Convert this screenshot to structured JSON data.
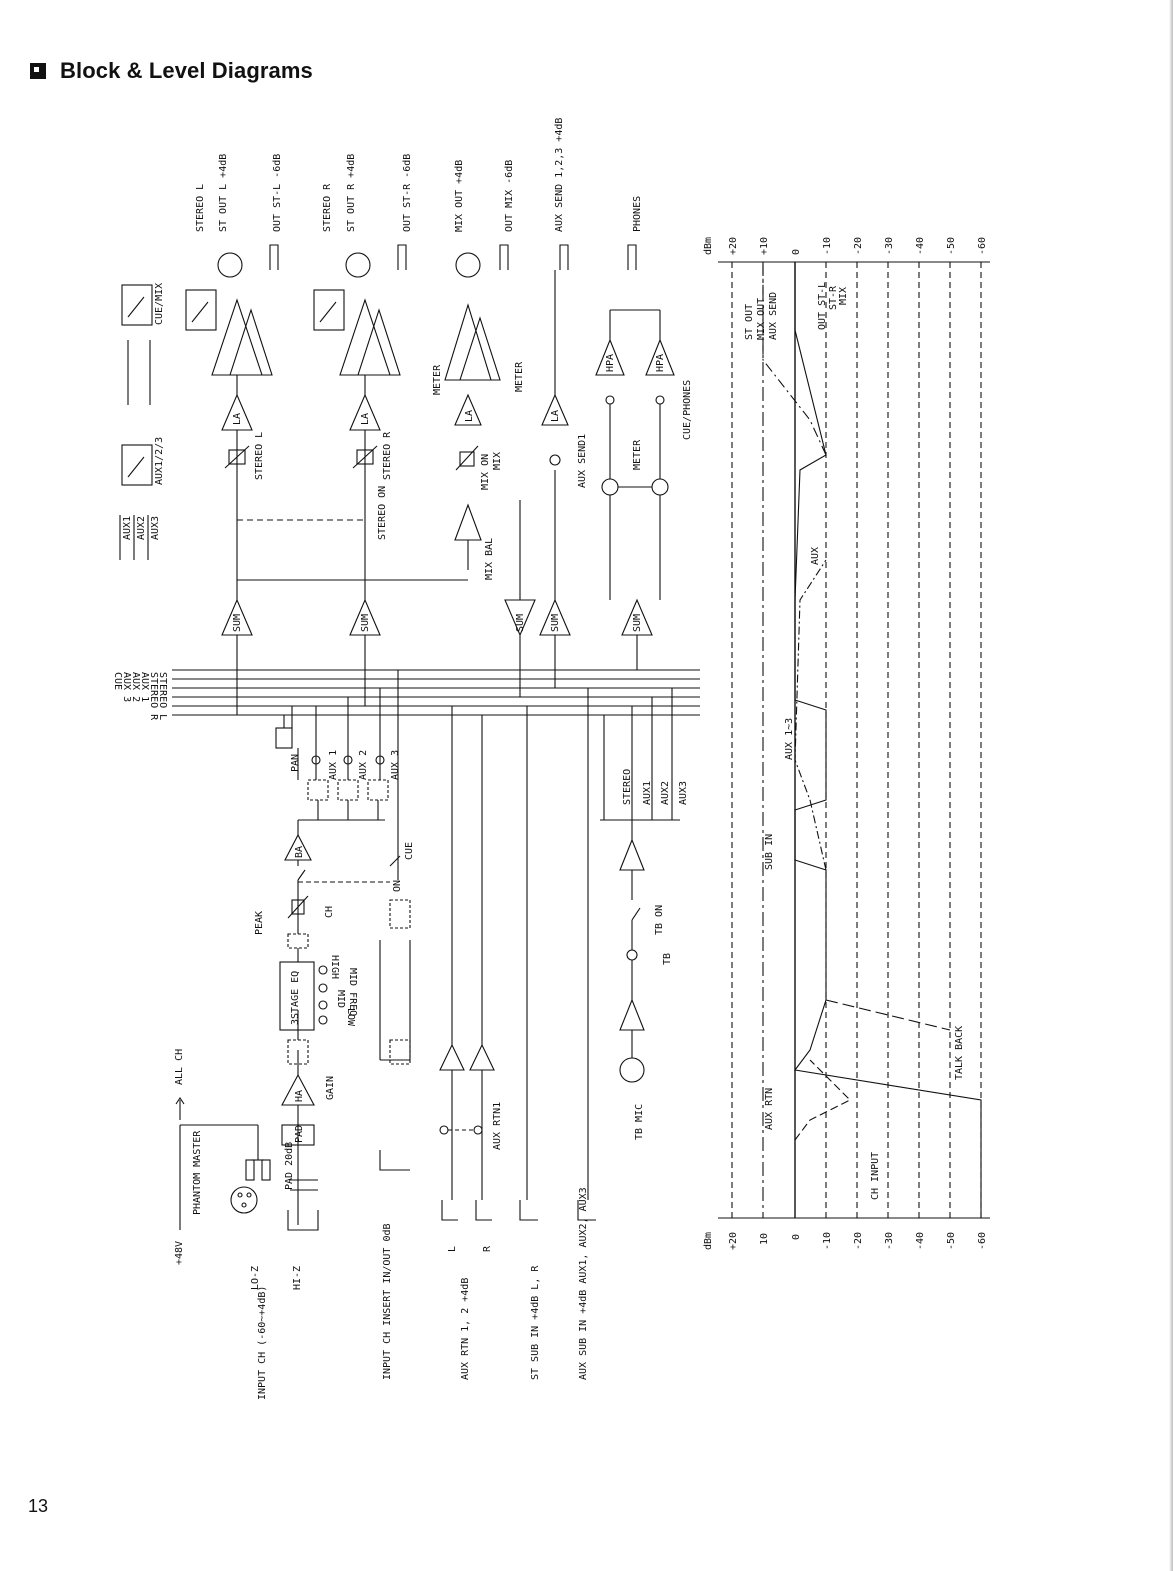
{
  "header": {
    "title": "Block & Level Diagrams"
  },
  "footer": {
    "page_number": "13"
  },
  "outputs": [
    "STEREO L",
    "ST OUT L +4dB",
    "OUT ST-L -6dB",
    "STEREO R",
    "ST OUT R +4dB",
    "OUT ST-R -6dB",
    "MIX OUT +4dB",
    "OUT MIX -6dB",
    "AUX SEND 1,2,3 +4dB",
    "PHONES"
  ],
  "inputs": [
    "INPUT CH (-60~+4dB)",
    "LO-Z",
    "HI-Z",
    "INPUT CH INSERT IN/OUT 0dB",
    "AUX RTN 1, 2 +4dB",
    "L",
    "R",
    "ST SUB IN +4dB L, R",
    "AUX SUB IN +4dB AUX1, AUX2, AUX3"
  ],
  "power": [
    "+48V",
    "PHANTOM MASTER",
    "ALL CH"
  ],
  "bus_labels": [
    "CUE",
    "AUX 3",
    "AUX 2",
    "AUX 1",
    "STEREO R",
    "STEREO L"
  ],
  "blocks": {
    "ha": "HA",
    "pad": "PAD",
    "pad_label": "PAD 20dB",
    "gain": "GAIN",
    "eq": "3STAGE EQ",
    "eq_bands": [
      "HIGH",
      "MID FREQ",
      "MID",
      "LOW"
    ],
    "peak": "PEAK",
    "ch": "CH",
    "on": "ON",
    "ba": "BA",
    "pan": "PAN",
    "cue": "CUE",
    "aux_knobs": [
      "AUX 1",
      "AUX 2",
      "AUX 3"
    ],
    "sum": "SUM",
    "la": "LA",
    "hpa": "HPA",
    "meter": "METER",
    "stereo_l_fader": "STEREO L",
    "stereo_r_fader": "STEREO R",
    "stereo_on": "STEREO ON",
    "mix_bal": "MIX BAL",
    "mix": "MIX",
    "mix_on": "MIX ON",
    "aux_send1": "AUX SEND1",
    "cue_phones": "CUE/PHONES",
    "aux123_meter": "AUX1/2/3",
    "cue_mix_meter": "CUE/MIX",
    "aux_sel": [
      "AUX1",
      "AUX2",
      "AUX3"
    ],
    "aux_rtn1": "AUX RTN1",
    "tb_mic": "TB MIC",
    "tb": "TB",
    "tb_on": "TB ON",
    "tb_assign": [
      "STEREO",
      "AUX1",
      "AUX2",
      "AUX3"
    ]
  },
  "level": {
    "unit": "dBm",
    "scale": [
      "+20",
      "+10",
      "0",
      "-10",
      "-20",
      "-30",
      "-40",
      "-50",
      "-60"
    ],
    "curves": [
      "ST OUT",
      "MIX OUT",
      "AUX SEND",
      "OUT ST-L",
      "ST-R",
      "MIX",
      "AUX",
      "AUX 1~3",
      "SUB IN",
      "AUX RTN",
      "TALK BACK",
      "CH INPUT"
    ]
  }
}
